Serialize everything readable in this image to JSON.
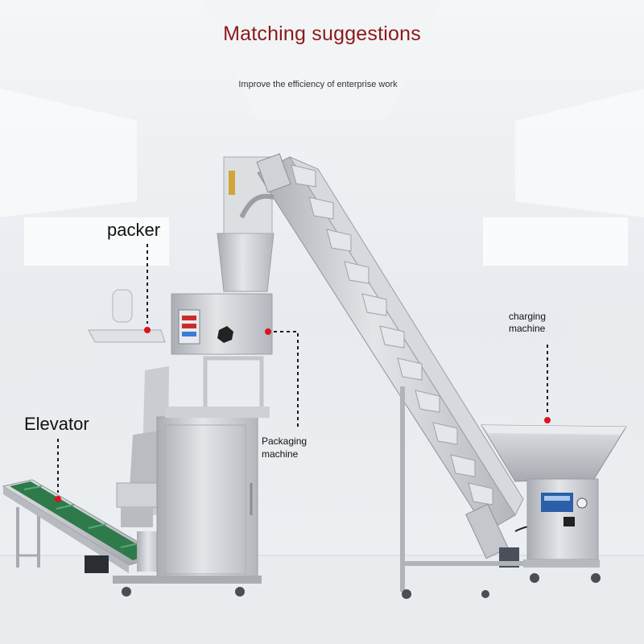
{
  "header": {
    "title": "Matching suggestions",
    "subtitle": "Improve the efficiency of enterprise work"
  },
  "labels": {
    "packer": "packer",
    "elevator": "Elevator",
    "packaging_line1": "Packaging",
    "packaging_line2": "machine",
    "charging_line1": "charging",
    "charging_line2": "machine"
  },
  "colors": {
    "title": "#8b1a1a",
    "marker": "#d9141d",
    "steel": "#c9ccd1",
    "belt": "#2f7a4a",
    "panel": "#2b5fa8"
  }
}
